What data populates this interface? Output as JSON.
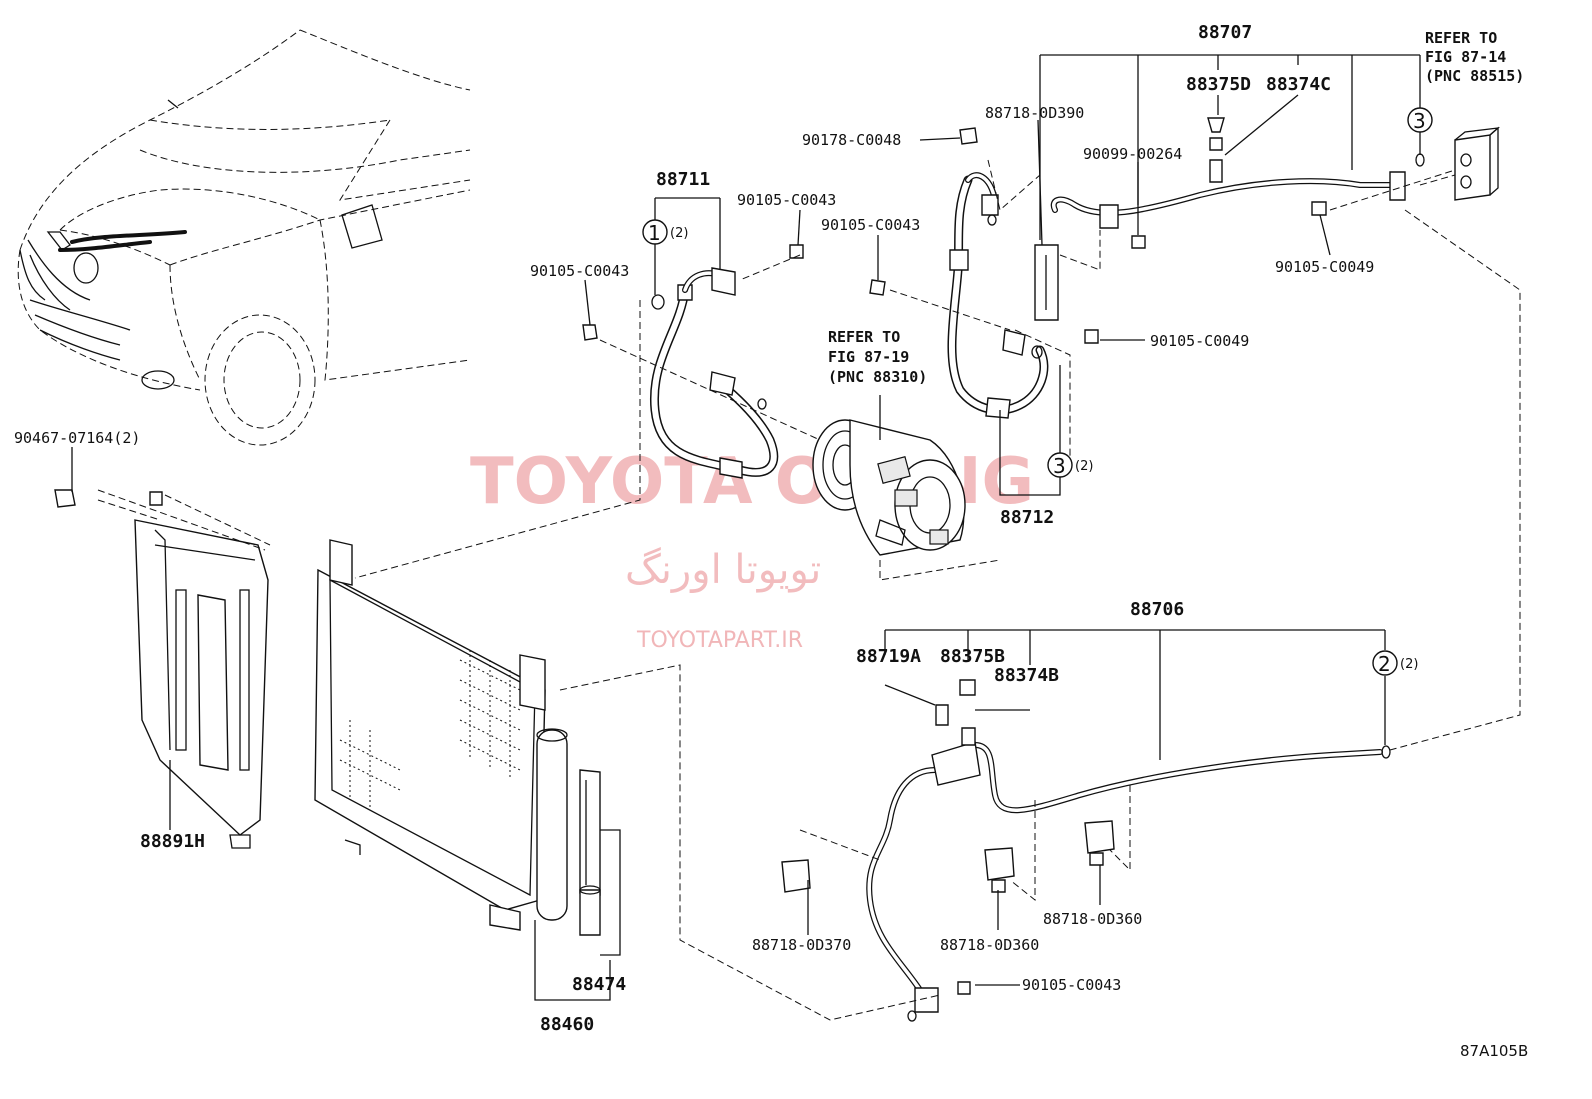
{
  "labels": {
    "p88707": "88707",
    "refer_a_1": "REFER TO",
    "refer_a_2": "FIG 87-14",
    "refer_a_3": "(PNC 88515)",
    "p88375d": "88375D",
    "p88374c": "88374C",
    "p88718_0d390": "88718-0D390",
    "p90178": "90178-C0048",
    "p90099": "90099-00264",
    "p88711": "88711",
    "p90105_a": "90105-C0043",
    "p90105_b": "90105-C0043",
    "p90105_c": "90105-C0043",
    "p90105_c0049_a": "90105-C0049",
    "p90105_c0049_b": "90105-C0049",
    "refer_b_1": "REFER TO",
    "refer_b_2": "FIG 87-19",
    "refer_b_3": "(PNC 88310)",
    "p88712": "88712",
    "p90467": "90467-07164(2)",
    "p88891h": "88891H",
    "p88706": "88706",
    "p88719a": "88719A",
    "p88375b": "88375B",
    "p88374b": "88374B",
    "p88474": "88474",
    "p88460": "88460",
    "p88718_0d370": "88718-0D370",
    "p88718_0d360_a": "88718-0D360",
    "p88718_0d360_b": "88718-0D360",
    "p90105_d": "90105-C0043",
    "fig_code": "87A105B"
  },
  "callouts": {
    "c1": "1",
    "c1_qty": "(2)",
    "c2": "2",
    "c2_qty": "(2)",
    "c3a": "3",
    "c3b": "3",
    "c3b_qty": "(2)"
  },
  "watermark": {
    "brand": "TOYOTA ORANG",
    "persian": "تویوتا اورنگ",
    "site": "TOYOTAPART.IR"
  },
  "colors": {
    "watermark": "#e8868a",
    "ink": "#111111"
  }
}
